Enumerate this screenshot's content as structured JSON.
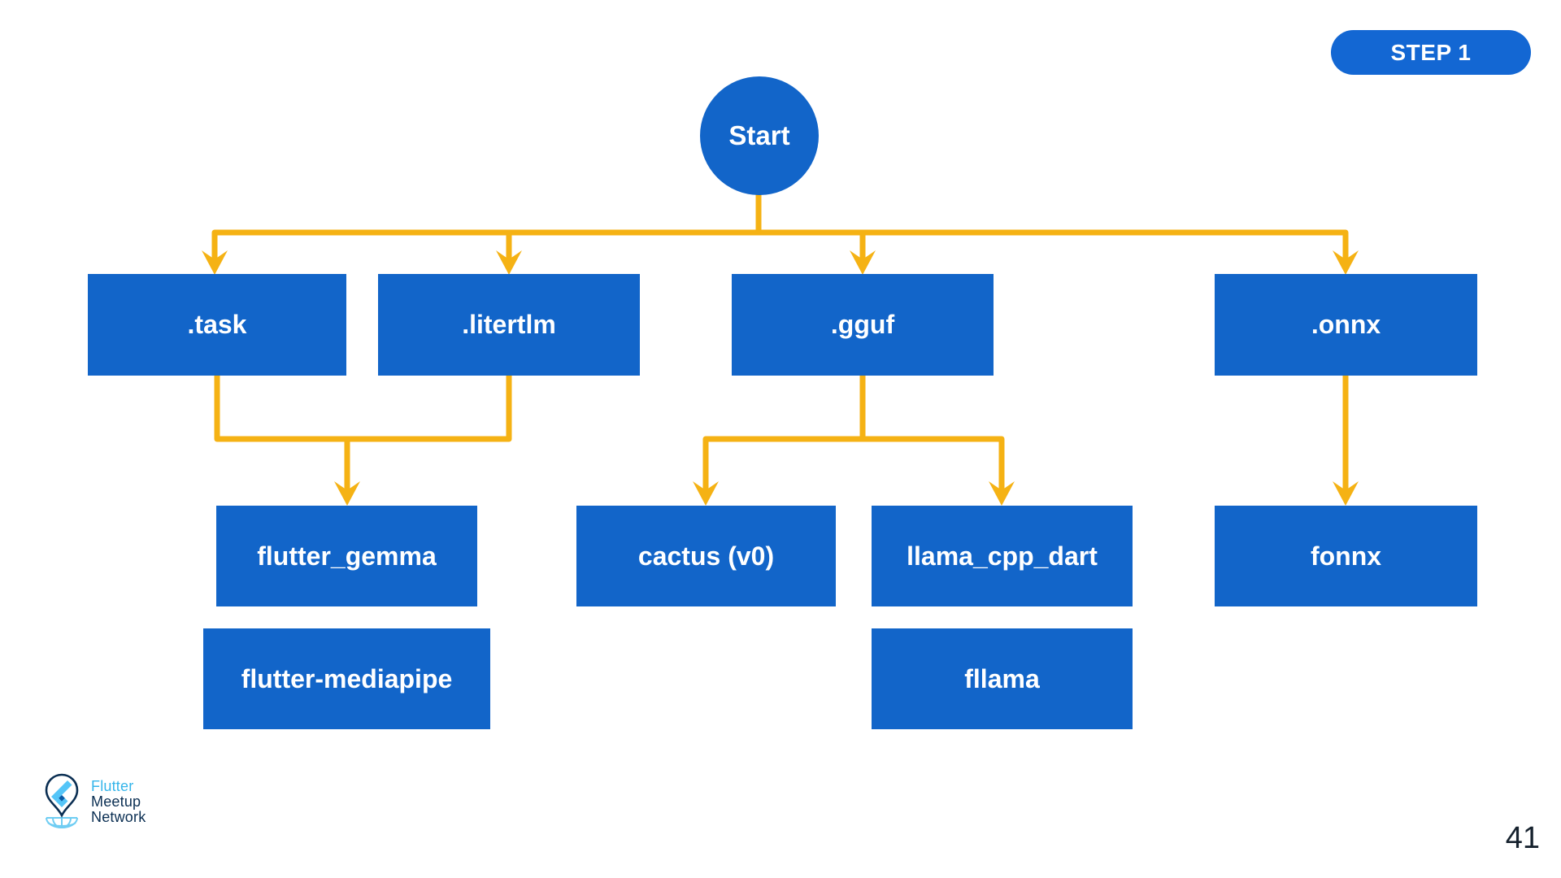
{
  "slide": {
    "badge": "STEP 1",
    "page_number": "41"
  },
  "logo": {
    "line1": "Flutter",
    "line2": "Meetup",
    "line3": "Network"
  },
  "diagram": {
    "start": "Start",
    "nodes": {
      "task": ".task",
      "litertlm": ".litertlm",
      "gguf": ".gguf",
      "onnx": ".onnx",
      "flutter_gemma": "flutter_gemma",
      "cactus": "cactus (v0)",
      "llama_cpp_dart": "llama_cpp_dart",
      "fonnx": "fonnx",
      "flutter_mediapipe": "flutter-mediapipe",
      "fllama": "fllama"
    },
    "edges": [
      {
        "from": "Start",
        "to": ".task"
      },
      {
        "from": "Start",
        "to": ".litertlm"
      },
      {
        "from": "Start",
        "to": ".gguf"
      },
      {
        "from": "Start",
        "to": ".onnx"
      },
      {
        "from": ".task",
        "to": "flutter_gemma"
      },
      {
        "from": ".litertlm",
        "to": "flutter_gemma"
      },
      {
        "from": ".gguf",
        "to": "cactus (v0)"
      },
      {
        "from": ".gguf",
        "to": "llama_cpp_dart"
      },
      {
        "from": ".onnx",
        "to": "fonnx"
      }
    ],
    "colors": {
      "node_fill": "#1265c9",
      "node_text": "#ffffff",
      "connector": "#f5b214",
      "badge_fill": "#1367d3",
      "page_number_text": "#16222e",
      "logo_navy": "#0a2e52",
      "logo_lightblue": "#35b5ea"
    }
  }
}
